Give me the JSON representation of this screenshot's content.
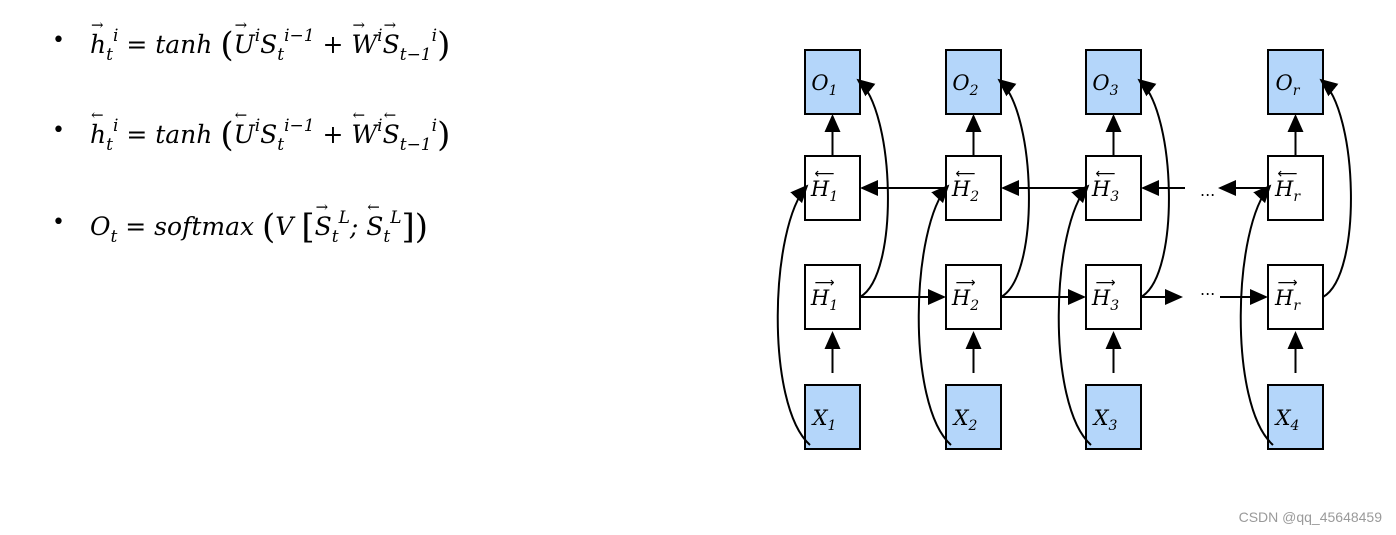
{
  "formulas": [
    {
      "lhs": "h",
      "lhs_sup": "i",
      "lhs_sub": "t",
      "rhs": "= tanh",
      "arrow": "→"
    },
    {
      "lhs": "h",
      "lhs_sup": "i",
      "lhs_sub": "t",
      "rhs": "= tanh",
      "arrow": "←"
    },
    {
      "lhs": "O",
      "lhs_sub": "t",
      "rhs": "= softmax"
    }
  ],
  "diagram": {
    "columns": [
      {
        "output": "O",
        "output_sub": "1",
        "backward": "H",
        "backward_sub": "1",
        "forward": "H",
        "forward_sub": "1",
        "input": "X",
        "input_sub": "1"
      },
      {
        "output": "O",
        "output_sub": "2",
        "backward": "H",
        "backward_sub": "2",
        "forward": "H",
        "forward_sub": "2",
        "input": "X",
        "input_sub": "2"
      },
      {
        "output": "O",
        "output_sub": "3",
        "backward": "H",
        "backward_sub": "3",
        "forward": "H",
        "forward_sub": "3",
        "input": "X",
        "input_sub": "3"
      },
      {
        "output": "O",
        "output_sub": "r",
        "backward": "H",
        "backward_sub": "r",
        "forward": "H",
        "forward_sub": "r",
        "input": "X",
        "input_sub": "4"
      }
    ],
    "ellipsis": "...",
    "colors": {
      "io_fill": "#b4d6fa",
      "hidden_fill": "#ffffff",
      "stroke": "#000000"
    }
  },
  "watermark": "CSDN @qq_45648459"
}
